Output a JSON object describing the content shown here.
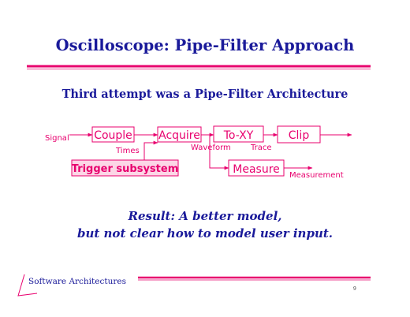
{
  "title": "Oscilloscope: Pipe-Filter Approach",
  "subtitle": "Third  attempt was a Pipe-Filter Architecture",
  "colors": {
    "title": "#1a1a9a",
    "accent": "#e8006e",
    "box_text": "#e8006e",
    "label_text": "#e8006e"
  },
  "diagram": {
    "nodes": {
      "couple": "Couple",
      "acquire": "Acquire",
      "toxy": "To-XY",
      "clip": "Clip",
      "measure": "Measure",
      "trigger": "Trigger subsystem"
    },
    "labels": {
      "signal": "Signal",
      "times": "Times",
      "waveform": "Waveform",
      "trace": "Trace",
      "measurement": "Measurement"
    }
  },
  "result": {
    "line1": "Result: A better model,",
    "line2": "but not clear how to model user input."
  },
  "footer": "Software Architectures",
  "page_number": "9"
}
